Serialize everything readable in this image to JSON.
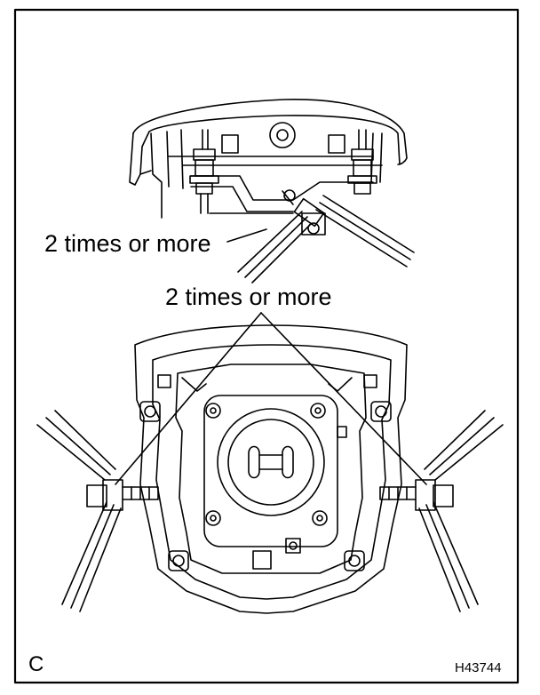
{
  "labels": {
    "top_callout": "2 times or more",
    "middle_callout": "2 times or more",
    "corner_letter": "C",
    "figure_code": "H43744"
  },
  "colors": {
    "ink": "#000000",
    "paper": "#ffffff"
  }
}
